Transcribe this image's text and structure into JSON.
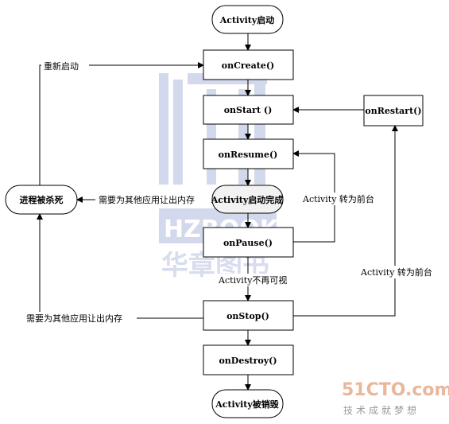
{
  "nodes": {
    "activity_start": "Activity启动",
    "on_create": "onCreate()",
    "on_start": "onStart ()",
    "on_restart": "onRestart()",
    "on_resume": "onResume()",
    "activity_running": "Activity启动完成",
    "process_killed": "进程被杀死",
    "on_pause": "onPause()",
    "on_stop": "onStop()",
    "on_destroy": "onDestroy()",
    "activity_destroyed": "Activity被销毁"
  },
  "edge_labels": {
    "restart": "重新启动",
    "memory_from_pause": "需要为其他应用让出内存",
    "to_front_from_pause": "Activity 转为前台",
    "not_visible": "Activity不再可视",
    "to_front_from_stop": "Activity 转为前台",
    "memory_from_stop": "需要为其他应用让出内存"
  },
  "watermarks": {
    "center_logo": "HZBOOK",
    "center_text": "华章图书",
    "corner_logo": "51CTO.com",
    "corner_sub": "技术成就梦想"
  }
}
